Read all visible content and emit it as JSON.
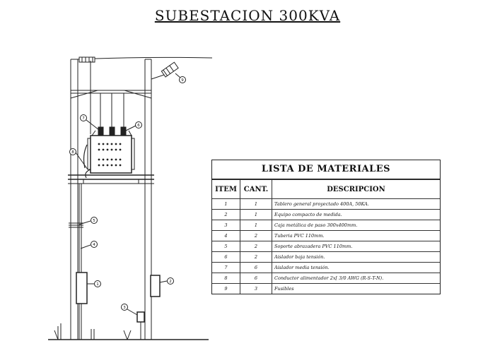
{
  "title": "SUBESTACION  300KVA",
  "table": {
    "title": "LISTA DE MATERIALES",
    "headers": [
      "ITEM",
      "CANT.",
      "DESCRIPCION"
    ],
    "rows": [
      {
        "item": "1",
        "cant": "1",
        "desc": "Tablero general proyectado 400A, 50KA."
      },
      {
        "item": "2",
        "cant": "1",
        "desc": "Equipo compacto de medida."
      },
      {
        "item": "3",
        "cant": "1",
        "desc": "Caja metálica de paso 300x400mm."
      },
      {
        "item": "4",
        "cant": "2",
        "desc": "Tuberia PVC 110mm."
      },
      {
        "item": "5",
        "cant": "2",
        "desc": "Soporte abrazadera PVC 110mm."
      },
      {
        "item": "6",
        "cant": "2",
        "desc": "Aislador baja tensión."
      },
      {
        "item": "7",
        "cant": "6",
        "desc": "Aislador media tensión."
      },
      {
        "item": "8",
        "cant": "6",
        "desc": "Conductor alimentador 2x[ 3/0 AWG (R-S-T-N)."
      },
      {
        "item": "9",
        "cant": "3",
        "desc": "Fusibles"
      }
    ]
  },
  "callouts": [
    "1",
    "2",
    "3",
    "4",
    "5",
    "6",
    "7",
    "8",
    "9"
  ]
}
